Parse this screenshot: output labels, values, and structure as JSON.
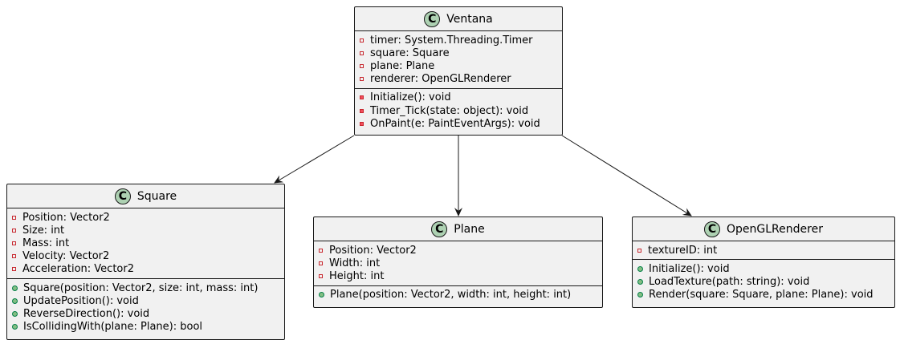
{
  "classes": {
    "ventana": {
      "name": "Ventana",
      "badge": "C",
      "fields": [
        "timer: System.Threading.Timer",
        "square: Square",
        "plane: Plane",
        "renderer: OpenGLRenderer"
      ],
      "methods": [
        "Initialize(): void",
        "Timer_Tick(state: object): void",
        "OnPaint(e: PaintEventArgs): void"
      ]
    },
    "square": {
      "name": "Square",
      "badge": "C",
      "fields": [
        "Position: Vector2",
        "Size: int",
        "Mass: int",
        "Velocity: Vector2",
        "Acceleration: Vector2"
      ],
      "methods": [
        "Square(position: Vector2, size: int, mass: int)",
        "UpdatePosition(): void",
        "ReverseDirection(): void",
        "IsCollidingWith(plane: Plane): bool"
      ]
    },
    "plane": {
      "name": "Plane",
      "badge": "C",
      "fields": [
        "Position: Vector2",
        "Width: int",
        "Height: int"
      ],
      "methods": [
        "Plane(position: Vector2, width: int, height: int)"
      ]
    },
    "renderer": {
      "name": "OpenGLRenderer",
      "badge": "C",
      "fields": [
        "textureID: int"
      ],
      "methods": [
        "Initialize(): void",
        "LoadTexture(path: string): void",
        "Render(square: Square, plane: Plane): void"
      ]
    }
  },
  "relations": [
    {
      "from": "Ventana",
      "to": "Square"
    },
    {
      "from": "Ventana",
      "to": "Plane"
    },
    {
      "from": "Ventana",
      "to": "OpenGLRenderer"
    }
  ],
  "colors": {
    "class_fill": "#f1f1f1",
    "border": "#181818",
    "badge_fill": "#add1b2",
    "private_field": "#c82930",
    "private_method": "#f24d5c",
    "public_method": "#84be84"
  }
}
